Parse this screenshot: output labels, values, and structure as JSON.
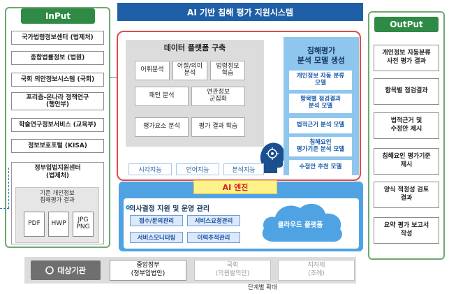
{
  "title": "AI 기반 침해 평가 지원시스템",
  "input": {
    "header": "InPut",
    "items": [
      "국가법령정보센터 (법제처)",
      "종합법률정보 (법원)",
      "국회 의안정보시스템 (국회)",
      "프리즘-온나라 정책연구\n(행안부)",
      "학술연구정보서비스 (교육부)",
      "정보보호포털 (KISA)"
    ],
    "center_title": "정부입법지원센터\n(법제처)",
    "center_sub": "기존 개인정보\n침해평가 결과",
    "docs": [
      "PDF",
      "HWP",
      "JPG\nPNG"
    ]
  },
  "platform": {
    "title": "데이터 플랫폼 구축",
    "cells": [
      "어휘분석",
      "어절/의미\n분석",
      "법령정보\n학습",
      "패턴 분석",
      "연관정보\n군집화",
      "평가요소 분석",
      "평가 결과 학습"
    ]
  },
  "model": {
    "title": "침해평가\n분석 모델 생성",
    "items": [
      "개인정보 자동 분류\n모델",
      "항목별 점검결과\n분석 모델",
      "법적근거 분석 모델",
      "침해요인\n평가기준 분석 모델",
      "수정안 추천 모델"
    ]
  },
  "support": [
    "시각지능",
    "언어지능",
    "분석지능"
  ],
  "ai_engine": {
    "label": "AI 엔진",
    "decision_title": "의사결정 지원 및 운영 관리",
    "buttons": [
      "접수/문의관리",
      "서비스요청관리",
      "서비스모니터링",
      "이력추적관리"
    ],
    "cloud": "클라우드 플랫폼"
  },
  "output": {
    "header": "OutPut",
    "items": [
      "개인정보 자동분류\n사전 평가 결과",
      "항목별 점검결과",
      "법적근거 및\n수정안 제시",
      "침해요인 평가기준\n제시",
      "양식 적정성 검토\n결과",
      "요약 평가 보고서\n작성"
    ]
  },
  "orgs": {
    "label": "대상기관",
    "items": [
      "중앙정부\n(정부입법안)",
      "국회\n(의원발의안)",
      "지자체\n(조례)"
    ],
    "stage": "단계별 확대"
  },
  "colors": {
    "input_green": "#2f8a45",
    "title_blue": "#1f5fa8",
    "outline_red": "#e04b4b",
    "engine_blue": "#4fa3e3",
    "engine_label": "#fff28a"
  }
}
